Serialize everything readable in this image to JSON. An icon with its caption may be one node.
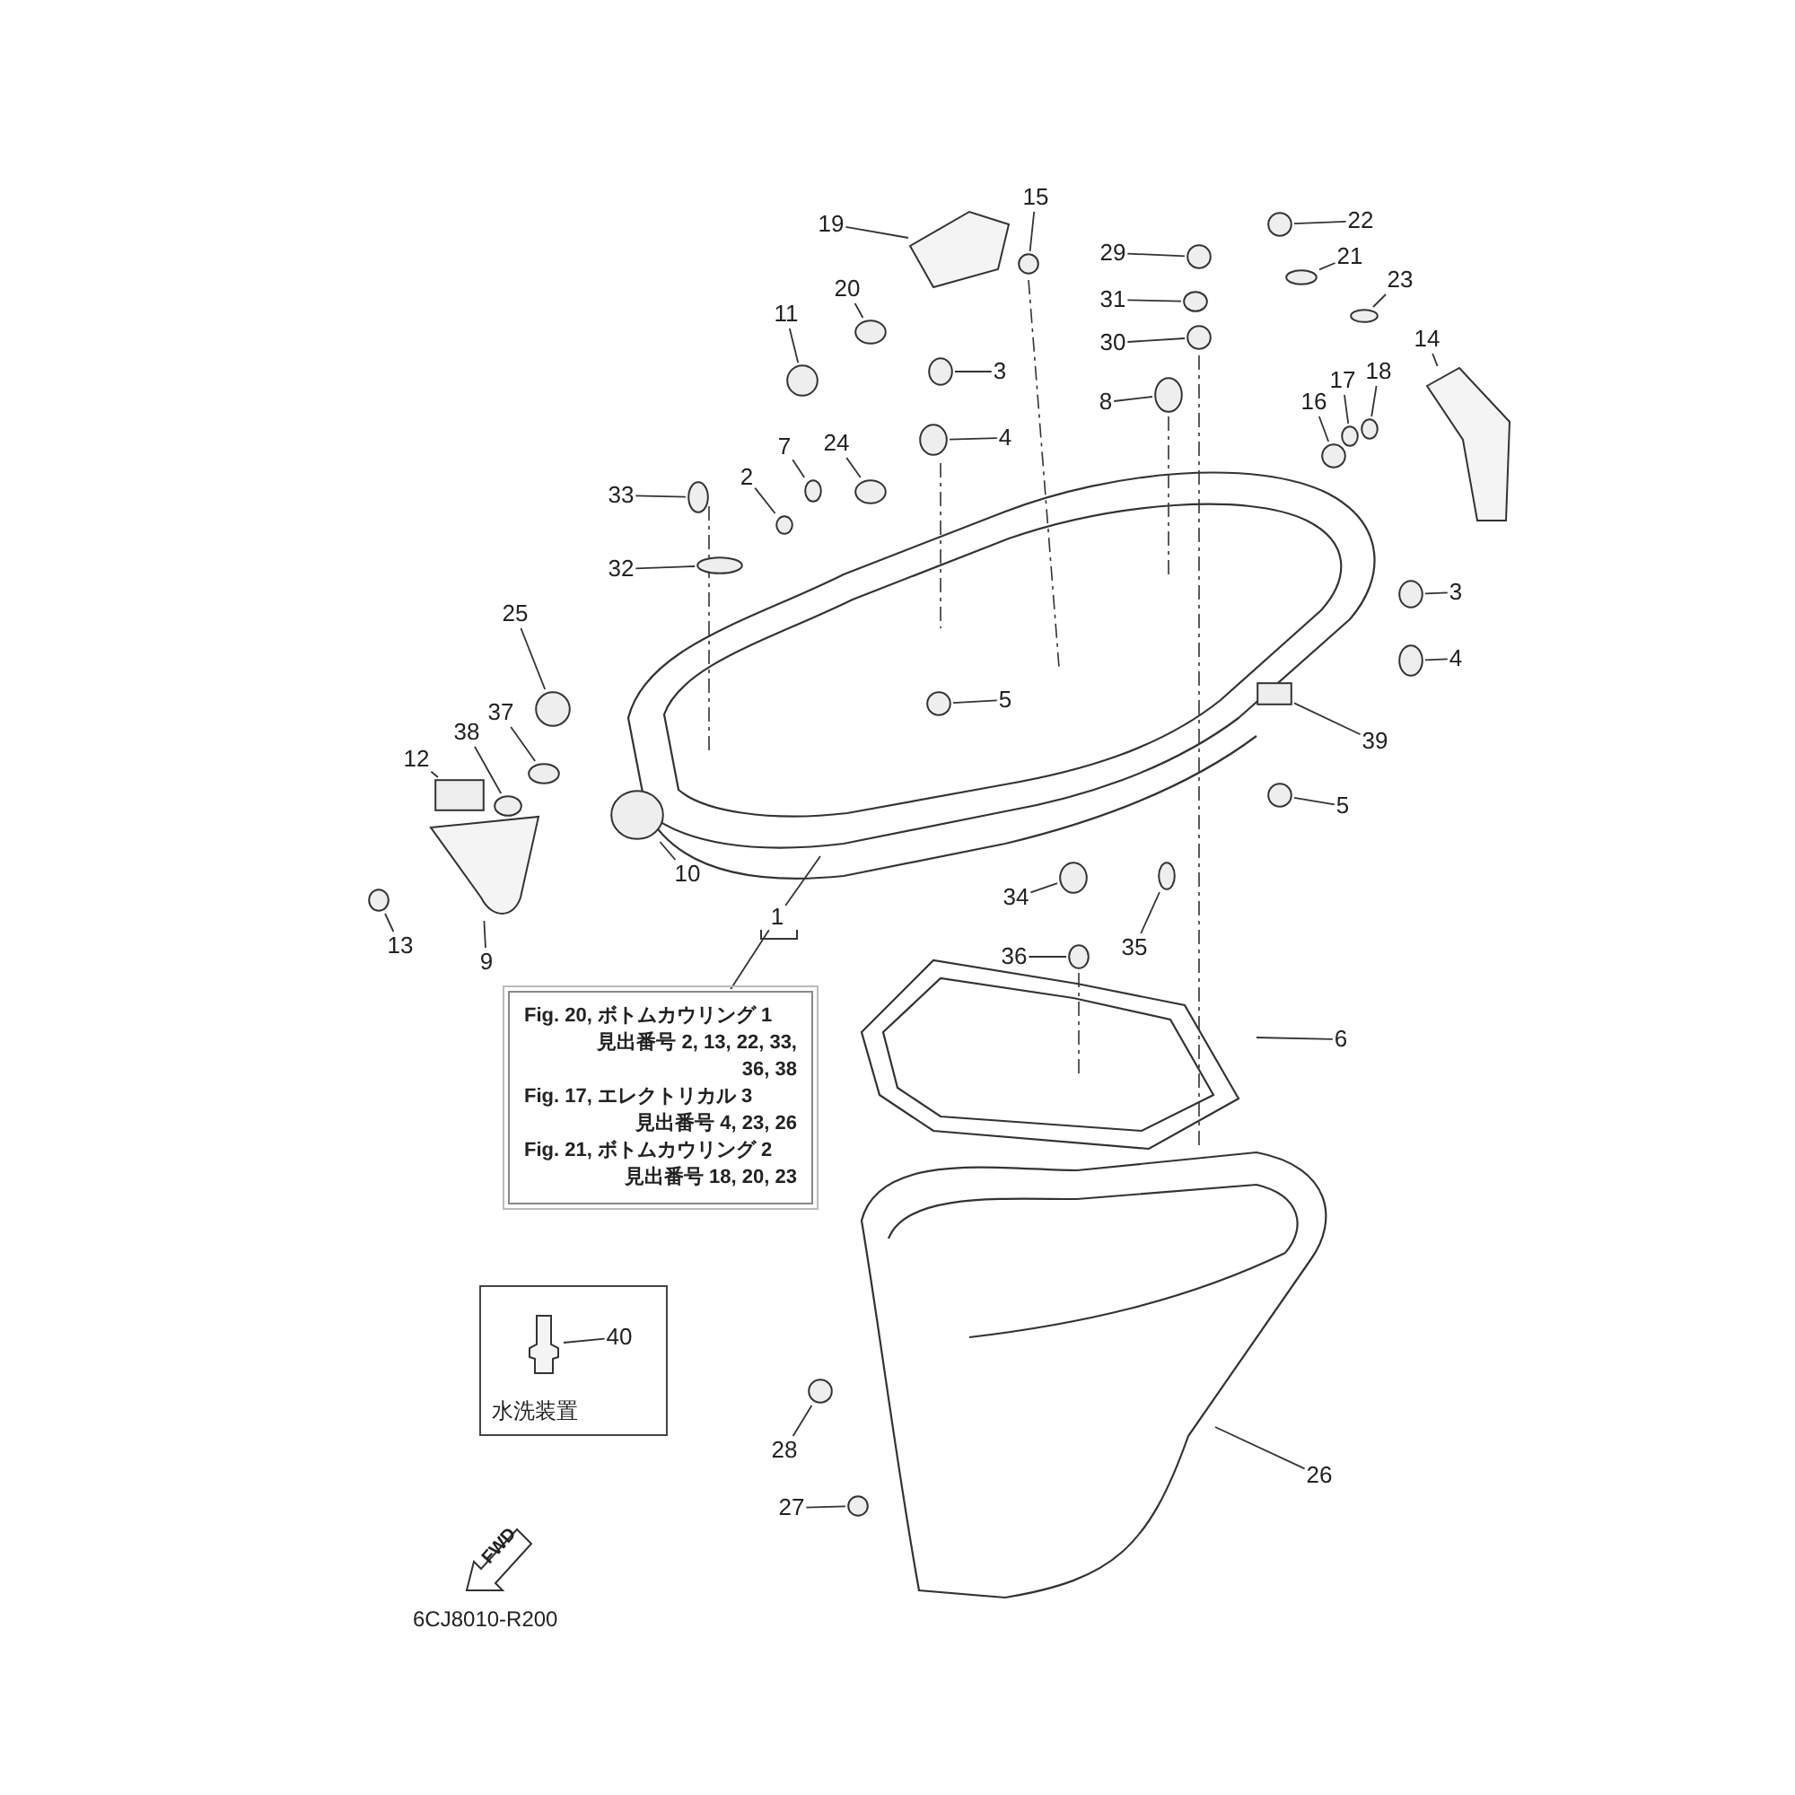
{
  "diagram": {
    "nodes": [
      {
        "text": [
          "19"
        ]
      },
      {
        "text": [
          "15"
        ]
      },
      {
        "text": [
          "22"
        ]
      },
      {
        "text": [
          "29"
        ]
      },
      {
        "text": [
          "21"
        ]
      },
      {
        "text": [
          "23"
        ]
      },
      {
        "text": [
          "20"
        ]
      },
      {
        "text": [
          "31"
        ]
      },
      {
        "text": [
          "11"
        ]
      },
      {
        "text": [
          "14"
        ]
      },
      {
        "text": [
          "30"
        ]
      },
      {
        "text": [
          "3"
        ]
      },
      {
        "text": [
          "18"
        ]
      },
      {
        "text": [
          "17"
        ]
      },
      {
        "text": [
          "8"
        ]
      },
      {
        "text": [
          "16"
        ]
      },
      {
        "text": [
          "4"
        ]
      },
      {
        "text": [
          "24"
        ]
      },
      {
        "text": [
          "7"
        ]
      },
      {
        "text": [
          "2"
        ]
      },
      {
        "text": [
          "33"
        ]
      },
      {
        "text": [
          "32"
        ]
      },
      {
        "text": [
          "3"
        ]
      },
      {
        "text": [
          "25"
        ]
      },
      {
        "text": [
          "4"
        ]
      },
      {
        "text": [
          "5"
        ]
      },
      {
        "text": [
          "37"
        ]
      },
      {
        "text": [
          "38"
        ]
      },
      {
        "text": [
          "39"
        ]
      },
      {
        "text": [
          "12"
        ]
      },
      {
        "text": [
          "5"
        ]
      },
      {
        "text": [
          "10"
        ]
      },
      {
        "text": [
          "34"
        ]
      },
      {
        "text": [
          "1"
        ]
      },
      {
        "text": [
          "13"
        ]
      },
      {
        "text": [
          "35"
        ]
      },
      {
        "text": [
          "9"
        ]
      },
      {
        "text": [
          "36"
        ]
      },
      {
        "text": [
          "Fig. 20, ボトムカウリング 1",
          "見出番号 2, 13, 22, 33, 36, 38",
          "Fig. 17, エレクトリカル 3",
          "見出番号 4, 23, 26",
          "Fig. 21, ボトムカウリング 2",
          "見出番号 18, 20, 23"
        ]
      },
      {
        "text": [
          "6"
        ]
      },
      {
        "text": [
          "水洗装置"
        ]
      },
      {
        "text": [
          "40"
        ],
        "in": 40
      },
      {
        "text": [
          "28"
        ]
      },
      {
        "text": [
          "26"
        ]
      },
      {
        "text": [
          "27"
        ]
      },
      {
        "text": [
          "FWD"
        ]
      },
      {
        "text": [],
        "shape": "picture"
      },
      {
        "text": [],
        "shape": "circle"
      },
      {
        "text": [],
        "shape": "circle"
      },
      {
        "text": [],
        "shape": "circle"
      },
      {
        "text": [],
        "shape": "circle"
      },
      {
        "text": [],
        "shape": "circle"
      },
      {
        "text": [],
        "shape": "circle"
      },
      {
        "text": [],
        "shape": "circle"
      },
      {
        "text": [],
        "shape": "circle"
      },
      {
        "text": [],
        "shape": "picture"
      },
      {
        "text": [],
        "shape": "circle"
      },
      {
        "text": [],
        "shape": "circle"
      },
      {
        "text": [],
        "shape": "circle"
      },
      {
        "text": [],
        "shape": "circle"
      },
      {
        "text": [],
        "shape": "circle"
      },
      {
        "text": [],
        "shape": "circle"
      },
      {
        "text": [],
        "shape": "circle"
      },
      {
        "text": [],
        "shape": "circle"
      },
      {
        "text": [],
        "shape": "circle"
      },
      {
        "text": [],
        "shape": "circle"
      },
      {
        "text": [],
        "shape": "circle"
      },
      {
        "text": [],
        "shape": "circle"
      },
      {
        "text": [],
        "shape": "circle"
      },
      {
        "text": [],
        "shape": "circle"
      },
      {
        "text": [],
        "shape": "circle"
      },
      {
        "text": [],
        "shape": "circle"
      },
      {
        "text": [],
        "shape": "circle"
      },
      {
        "text": [],
        "shape": "circle"
      },
      {
        "text": [],
        "shape": "box"
      },
      {
        "text": [],
        "shape": "box"
      },
      {
        "text": [],
        "shape": "circle"
      },
      {
        "text": [],
        "shape": "circle"
      },
      {
        "text": [],
        "shape": "circle"
      },
      {
        "text": [],
        "shape": "circle"
      },
      {
        "text": [],
        "shape": "circle"
      },
      {
        "text": [],
        "shape": "picture"
      },
      {
        "text": [],
        "shape": "circle"
      },
      {
        "text": [],
        "shape": "circle"
      },
      {
        "text": [],
        "shape": "circle"
      },
      {
        "text": [],
        "shape": "picture",
        "in": 40
      }
    ],
    "edges": [
      {
        "from": 0,
        "to": 46,
        "arrow": "none"
      },
      {
        "from": 1,
        "to": 47,
        "arrow": "none"
      },
      {
        "from": 2,
        "to": 48,
        "arrow": "none"
      },
      {
        "from": 3,
        "to": 49,
        "arrow": "none"
      },
      {
        "from": 4,
        "to": 50,
        "arrow": "none"
      },
      {
        "from": 5,
        "to": 51,
        "arrow": "none"
      },
      {
        "from": 6,
        "to": 52,
        "arrow": "none"
      },
      {
        "from": 7,
        "to": 53,
        "arrow": "none"
      },
      {
        "from": 8,
        "to": 54,
        "arrow": "none"
      },
      {
        "from": 9,
        "to": 55,
        "arrow": "none"
      },
      {
        "from": 10,
        "to": 56,
        "arrow": "none"
      },
      {
        "from": 11,
        "to": 57,
        "arrow": "none"
      },
      {
        "from": 12,
        "to": 58,
        "arrow": "none"
      },
      {
        "from": 13,
        "to": 59,
        "arrow": "none"
      },
      {
        "from": 14,
        "to": 60,
        "arrow": "none"
      },
      {
        "from": 15,
        "to": 61,
        "arrow": "none"
      },
      {
        "from": 16,
        "to": 62,
        "arrow": "none"
      },
      {
        "from": 17,
        "to": 63,
        "arrow": "none"
      },
      {
        "from": 18,
        "to": 64,
        "arrow": "none"
      },
      {
        "from": 19,
        "to": 65,
        "arrow": "none"
      },
      {
        "from": 20,
        "to": 66,
        "arrow": "none"
      },
      {
        "from": 21,
        "to": 67,
        "arrow": "none"
      },
      {
        "from": 22,
        "to": 68,
        "arrow": "none"
      },
      {
        "from": 23,
        "to": 69,
        "arrow": "none"
      },
      {
        "from": 24,
        "to": 70,
        "arrow": "none"
      },
      {
        "from": 25,
        "to": 71,
        "arrow": "none"
      },
      {
        "from": 26,
        "to": 72,
        "arrow": "none"
      },
      {
        "from": 27,
        "to": 73,
        "arrow": "none"
      },
      {
        "from": 28,
        "to": 74,
        "arrow": "none"
      },
      {
        "from": 29,
        "to": 75,
        "arrow": "none"
      },
      {
        "from": 30,
        "to": 76,
        "arrow": "none"
      },
      {
        "from": 31,
        "to": 77,
        "arrow": "none"
      },
      {
        "from": 32,
        "to": 78,
        "arrow": "none"
      },
      {
        "from": 33,
        "to": null,
        "arrow": "none"
      },
      {
        "from": 34,
        "to": 79,
        "arrow": "none"
      },
      {
        "from": 35,
        "to": 80,
        "arrow": "none"
      },
      {
        "from": 36,
        "to": 81,
        "arrow": "none"
      },
      {
        "from": 37,
        "to": 82,
        "arrow": "none"
      },
      {
        "from": 39,
        "to": null,
        "arrow": "none"
      },
      {
        "from": 41,
        "to": 85,
        "arrow": "none"
      },
      {
        "from": 42,
        "to": 83,
        "arrow": "none"
      },
      {
        "from": 43,
        "to": null,
        "arrow": "none"
      },
      {
        "from": 44,
        "to": 84,
        "arrow": "none"
      },
      {
        "from": 33,
        "to": 38,
        "arrow": "none"
      }
    ],
    "labels": [
      "6CJ8010-R200"
    ]
  }
}
